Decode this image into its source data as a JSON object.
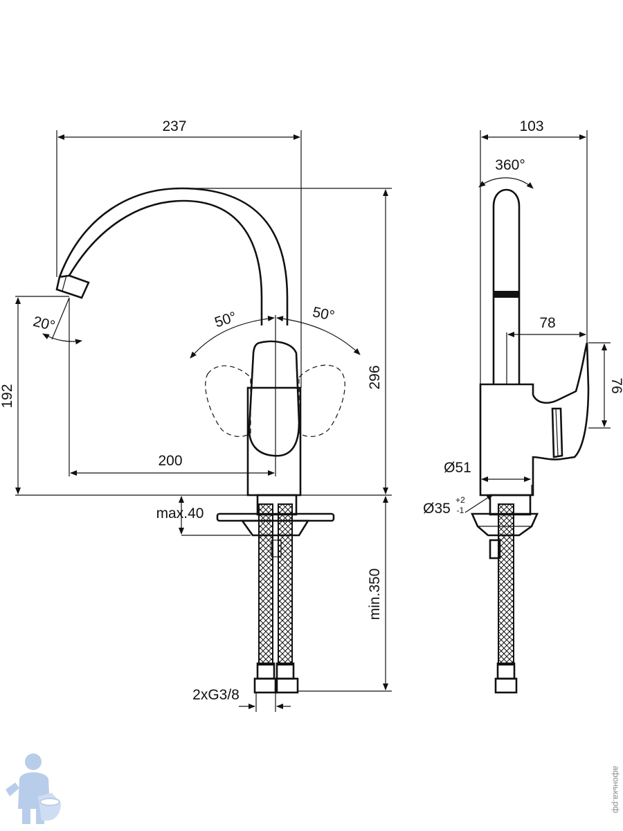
{
  "front_view": {
    "width_total": "237",
    "height_total": "296",
    "spout_height": "192",
    "spout_reach": "200",
    "spout_angle": "20°",
    "lever_left_angle": "50°",
    "lever_right_angle": "50°",
    "deck_thickness": "max.40",
    "hose_length": "min.350",
    "connections": "2xG3/8"
  },
  "side_view": {
    "depth_total": "103",
    "rotation": "360°",
    "lever_reach": "78",
    "lever_height": "76",
    "body_diameter": "Ø51",
    "hole_diameter": "Ø35",
    "hole_tol_plus": "+2",
    "hole_tol_minus": "-1"
  },
  "watermark": {
    "text": "афонька.рф",
    "icon": "plumber-mascot-icon"
  },
  "colors": {
    "line": "#111111",
    "watermark": "#8a8a8a",
    "mascot": "#7fa6d8"
  }
}
